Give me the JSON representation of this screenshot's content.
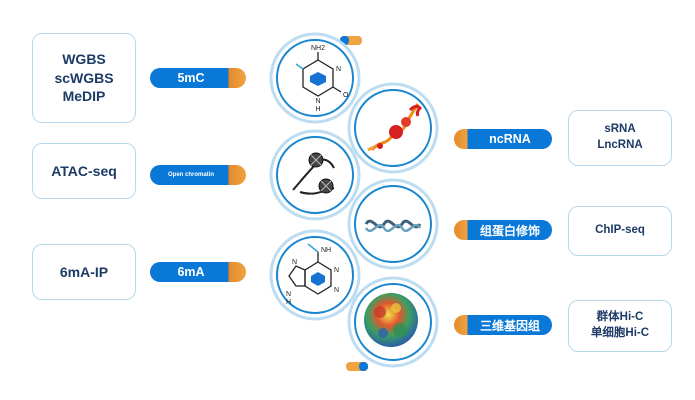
{
  "left_boxes": [
    {
      "lines": [
        "WGBS",
        "scWGBS",
        "MeDIP"
      ]
    },
    {
      "lines": [
        "ATAC-seq"
      ]
    },
    {
      "lines": [
        "6mA-IP"
      ]
    }
  ],
  "left_pills": [
    "5mC",
    "Open chromatin",
    "6mA"
  ],
  "right_pills": [
    "ncRNA",
    "组蛋白修饰",
    "三维基因组"
  ],
  "right_boxes": [
    {
      "lines": [
        "sRNA",
        "LncRNA"
      ]
    },
    {
      "lines": [
        "ChIP-seq"
      ]
    },
    {
      "lines": [
        "群体Hi-C",
        "单细胞Hi-C"
      ]
    }
  ],
  "molecule_labels": {
    "cytosine_nh2": "NH2",
    "cytosine_n1": "N",
    "cytosine_n2": "N",
    "cytosine_h": "H",
    "cytosine_o": "O",
    "adenine_nh": "NH",
    "adenine_n1": "N",
    "adenine_n2": "N",
    "adenine_n3": "N",
    "adenine_n4": "N",
    "adenine_h": "H"
  },
  "colors": {
    "blue": "#0a78d6",
    "orange": "#f0a341",
    "circle_ring": "#1a86d0",
    "box_border": "#b9d9ee",
    "text": "#1d3b66"
  }
}
